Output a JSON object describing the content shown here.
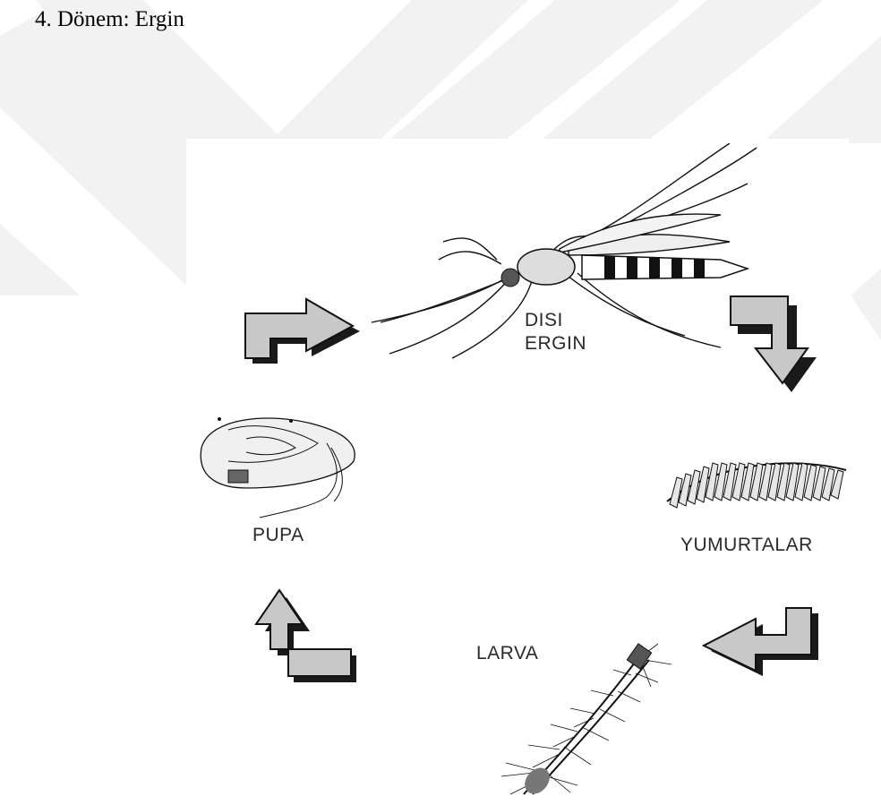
{
  "heading": "4. Dönem: Ergin",
  "stages": {
    "adult_line1": "DISI",
    "adult_line2": "ERGIN",
    "eggs": "YUMURTALAR",
    "larva": "LARVA",
    "pupa": "PUPA"
  },
  "colors": {
    "text": "#000000",
    "watermark": "#f2f2f2",
    "arrow_fill": "#c8c8c8",
    "arrow_shadow": "#1a1a1a"
  },
  "icons": [
    "mosquito-adult-icon",
    "egg-raft-icon",
    "larva-icon",
    "pupa-icon",
    "cycle-arrow-icon"
  ]
}
